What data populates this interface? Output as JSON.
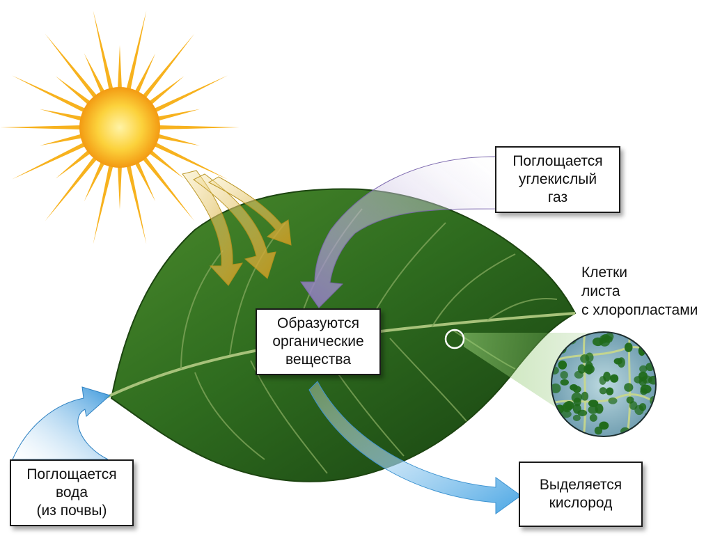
{
  "labels": {
    "co2": [
      "Поглощается",
      "углекислый",
      "газ"
    ],
    "organic": [
      "Образуются",
      "органические",
      "вещества"
    ],
    "water": [
      "Поглощается",
      "вода",
      "(из почвы)"
    ],
    "oxygen": [
      "Выделяется",
      "кислород"
    ],
    "cells": [
      "Клетки",
      "листа",
      "с хлоропластами"
    ]
  },
  "colors": {
    "sun": "#f7b21e",
    "leaf": "#2e6b1e",
    "light_arrows": "#d8b43a",
    "co2_arrow": "#9a88c6",
    "water_arrow": "#4aa3e0",
    "oxygen_arrow": "#5ab0e6",
    "chloroplast": "#1f6a1a"
  },
  "icons": [
    "sun-icon",
    "leaf-icon",
    "chloroplast-cells-icon"
  ]
}
